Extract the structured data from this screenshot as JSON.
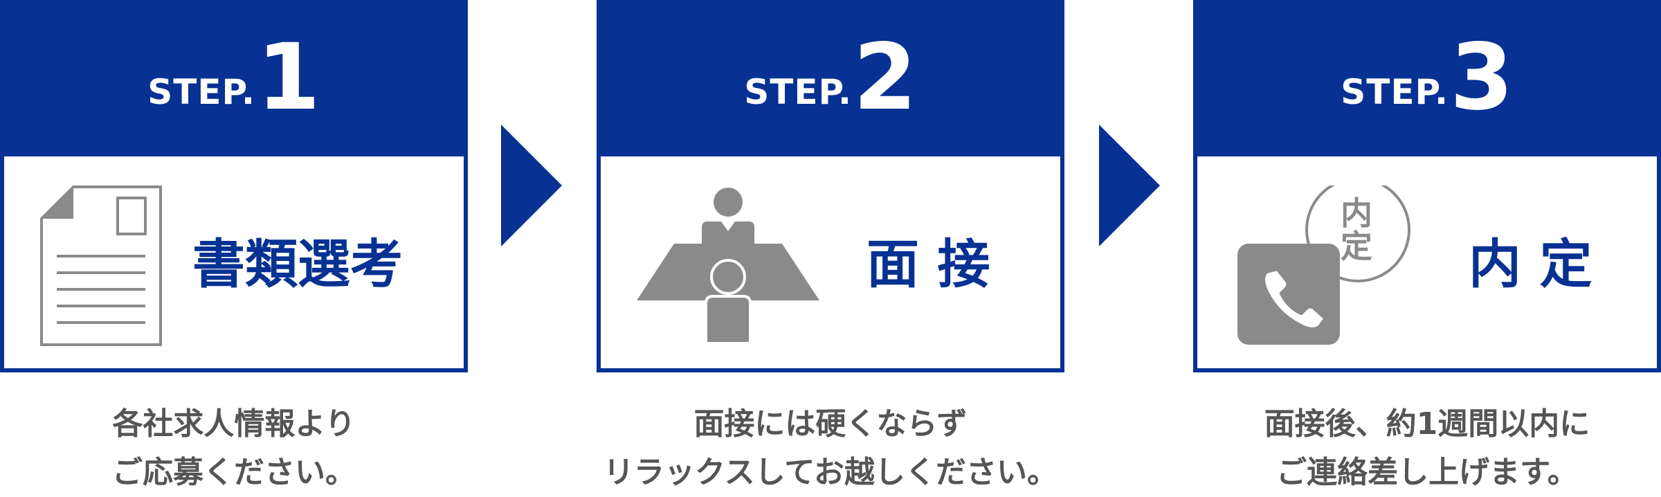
{
  "colors": {
    "brand": "#073192",
    "icon_gray": "#8a8a8a",
    "text_gray": "#555555"
  },
  "steps": [
    {
      "step_word": "STEP.",
      "step_number": "1",
      "title": "書類選考",
      "icon": "document-icon",
      "description_lines": [
        "各社求人情報より",
        "ご応募ください。"
      ]
    },
    {
      "step_word": "STEP.",
      "step_number": "2",
      "title": "面 接",
      "icon": "interview-icon",
      "description_lines": [
        "面接には硬くならず",
        "リラックスしてお越しください。"
      ]
    },
    {
      "step_word": "STEP.",
      "step_number": "3",
      "title": "内 定",
      "icon": "phone-icon",
      "badge_text": [
        "内",
        "定"
      ],
      "description_lines": [
        "面接後、約1週間以内に",
        "ご連絡差し上げます。"
      ]
    }
  ]
}
